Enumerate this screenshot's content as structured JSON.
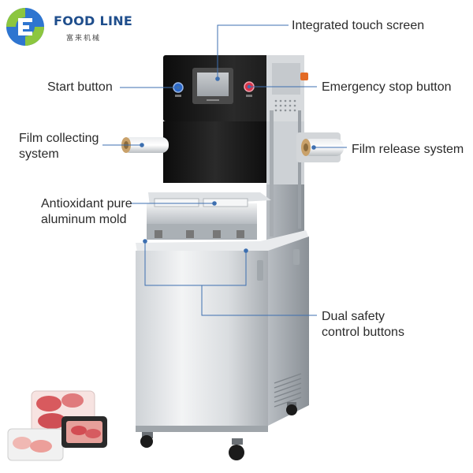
{
  "brand": {
    "name": "FOOD LINE",
    "subtitle": "富来机械",
    "logo_icon": "food-line-logo-icon",
    "colors": {
      "green": "#8cc63f",
      "blue": "#2e75d0",
      "navy": "#1f4e8c"
    }
  },
  "callouts": {
    "touch_screen": [
      "Integrated touch screen"
    ],
    "start_button": [
      "Start button"
    ],
    "emergency_stop": [
      "Emergency stop button"
    ],
    "film_collecting": [
      "Film collecting",
      "system"
    ],
    "film_release": [
      "Film release system"
    ],
    "aluminum_mold": [
      "Antioxidant pure",
      "aluminum mold"
    ],
    "dual_safety": [
      "Dual safety",
      "control buttons"
    ]
  },
  "colors": {
    "leader_line": "#3d6fb0",
    "leader_dot": "#3d6fb0",
    "machine_black": "#141414",
    "steel_light": "#e4e6e8",
    "steel_mid": "#c3c7cb",
    "steel_dark": "#8d9297",
    "emergency_red": "#d8344a",
    "start_blue": "#2b68c9"
  }
}
